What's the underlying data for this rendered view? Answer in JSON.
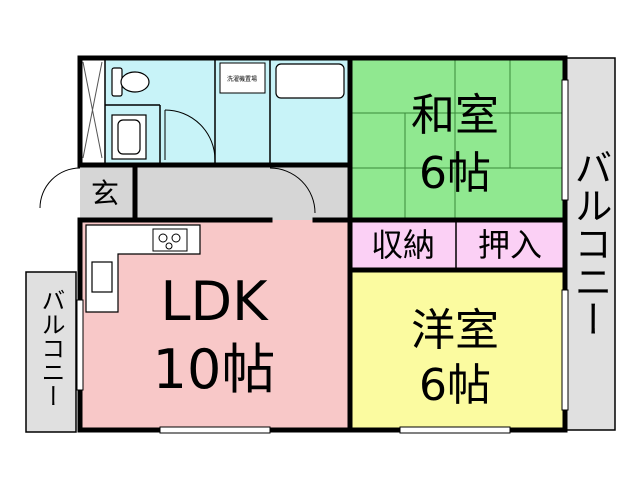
{
  "rooms": {
    "washitsu": {
      "name": "和室",
      "size": "6帖"
    },
    "youshitsu": {
      "name": "洋室",
      "size": "6帖"
    },
    "ldk": {
      "name": "LDK",
      "size": "10帖"
    },
    "shuunou": {
      "name": "収納"
    },
    "oshiire": {
      "name": "押入"
    },
    "genkan": {
      "name": "玄"
    }
  },
  "balcony": {
    "right": {
      "label": "バルコニー"
    },
    "left": {
      "label": "バルコニー"
    }
  },
  "laundry": {
    "label": "洗濯機置場"
  },
  "colors": {
    "washitsu": "#90e890",
    "youshitsu": "#fbfba0",
    "ldk": "#f8c8c8",
    "storage": "#fbd0f5",
    "wet_area": "#c8f3f8",
    "entrance": "#d6d6d6",
    "balcony": "#e0e0e0",
    "wall": "#000000"
  }
}
